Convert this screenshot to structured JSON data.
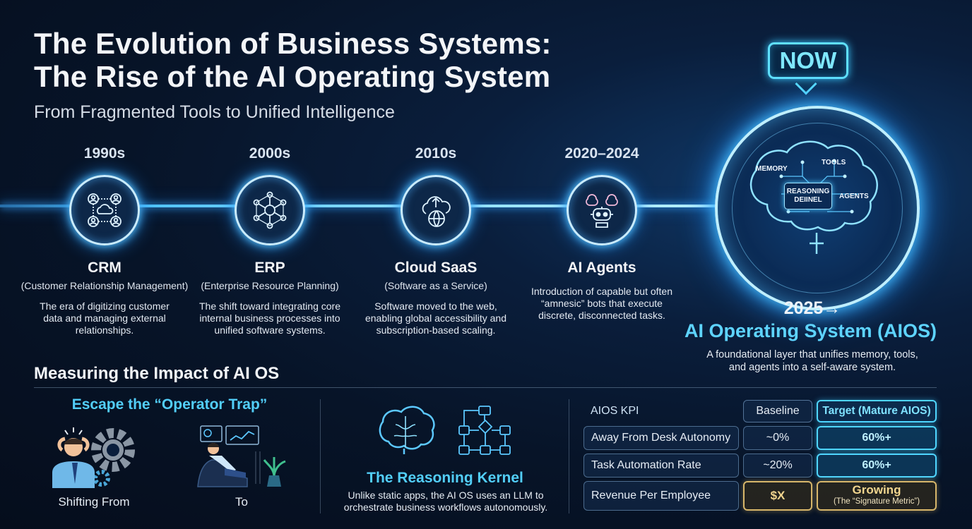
{
  "header": {
    "title_line1": "The Evolution of Business Systems:",
    "title_line2": "The Rise of the AI Operating System",
    "subtitle": "From Fragmented Tools to Unified Intelligence"
  },
  "timeline": [
    {
      "year": "1990s",
      "icon": "crm-network-icon",
      "name": "CRM",
      "full": "(Customer Relationship Management)",
      "desc": "The era of digitizing customer data and managing external relationships."
    },
    {
      "year": "2000s",
      "icon": "erp-hub-icon",
      "name": "ERP",
      "full": "(Enterprise Resource Planning)",
      "desc": "The shift toward integrating core internal business processes into unified software systems."
    },
    {
      "year": "2010s",
      "icon": "cloud-globe-icon",
      "name": "Cloud SaaS",
      "full": "(Software as a Service)",
      "desc": "Software moved to the web, enabling global accessibility and subscription-based scaling."
    },
    {
      "year": "2020–2024",
      "icon": "robot-agent-icon",
      "name": "AI Agents",
      "full": "",
      "desc": "Introduction of capable but often “amnesic” bots that execute discrete, disconnected tasks."
    }
  ],
  "aios": {
    "badge": "NOW",
    "brain_labels": {
      "memory": "MEMORY",
      "tools": "TOOLS",
      "kernel_line1": "REASONING",
      "kernel_line2": "DEIINEL",
      "agents": "AGENTS"
    },
    "year": "2025→",
    "name": "AI Operating System (AIOS)",
    "desc": "A foundational layer that unifies memory, tools, and agents into a self-aware system."
  },
  "impact": {
    "heading": "Measuring the Impact of AI OS",
    "escape": {
      "title": "Escape the “Operator Trap”",
      "from_label": "Shifting From",
      "to_label": "To"
    },
    "kernel": {
      "title": "The Reasoning Kernel",
      "desc": "Unlike static apps, the AI OS uses an LLM to orchestrate business workflows autonomously."
    },
    "kpi_table": {
      "headers": [
        "AIOS KPI",
        "Baseline",
        "Target (Mature AIOS)"
      ],
      "rows": [
        {
          "kpi": "Away From Desk Autonomy",
          "baseline": "~0%",
          "target": "60%+"
        },
        {
          "kpi": "Task Automation Rate",
          "baseline": "~20%",
          "target": "60%+"
        },
        {
          "kpi": "Revenue Per Employee",
          "baseline": "$X",
          "target": "Growing",
          "target_note": "(The “Signature Metric”)"
        }
      ]
    }
  },
  "colors": {
    "accent": "#52cef8",
    "glow": "#4cc6ff",
    "gold": "#d7b66a",
    "background": "#071428"
  }
}
